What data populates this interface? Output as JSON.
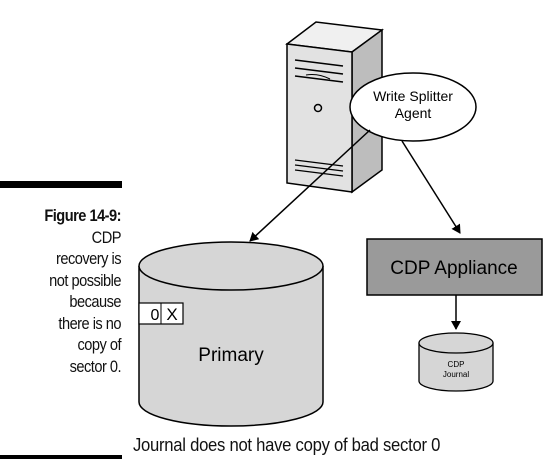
{
  "caption": {
    "figure_label": "Figure 14-9:",
    "text": "CDP\nrecovery is\nnot possible\nbecause\nthere is no\ncopy of\nsector 0."
  },
  "diagram": {
    "agent_bubble": "Write Splitter Agent",
    "agent_line1": "Write Splitter",
    "agent_line2": "Agent",
    "primary_label": "Primary",
    "sector_label": "0",
    "sector_mark": "X",
    "appliance_label": "CDP Appliance",
    "journal_line1": "CDP",
    "journal_line2": "Journal"
  },
  "footer_note": "Journal does not have copy of bad sector 0",
  "colors": {
    "cylinder_fill": "#d6d6d6",
    "appliance_fill": "#9a9a9a",
    "server_fill": "#e2e2e2"
  }
}
